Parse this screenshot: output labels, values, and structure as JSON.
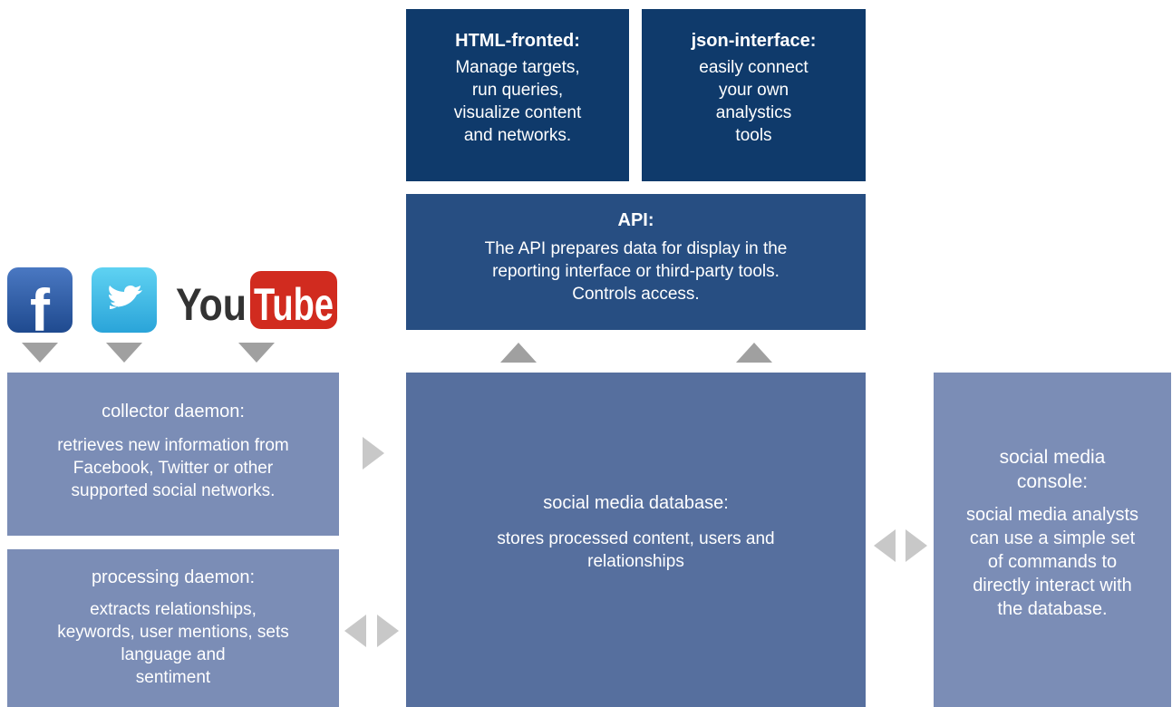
{
  "html_frontend": {
    "title": "HTML-fronted:",
    "desc": "Manage targets,\nrun queries,\nvisualize content\nand networks."
  },
  "json_interface": {
    "title": "json-interface:",
    "desc": "easily connect\nyour own\nanalystics\ntools"
  },
  "api": {
    "title": "API:",
    "desc": "The API prepares data for display in the\nreporting interface or third-party tools.\nControls access."
  },
  "collector": {
    "title": "collector daemon:",
    "desc": "retrieves new information from\nFacebook, Twitter or other\nsupported social networks."
  },
  "processing": {
    "title": "processing daemon:",
    "desc": "extracts relationships,\nkeywords, user mentions, sets\nlanguage and\nsentiment"
  },
  "database": {
    "title": "social media database:",
    "desc": "stores processed content, users and\nrelationships"
  },
  "console": {
    "title": "social media\nconsole:",
    "desc": "social media analysts\ncan use a simple set\nof commands to\ndirectly interact with\nthe database."
  },
  "logos": {
    "facebook_letter": "f",
    "youtube_you": "You",
    "youtube_tube": "Tube"
  },
  "icons": [
    "facebook-icon",
    "twitter-icon",
    "youtube-icon"
  ],
  "colors": {
    "dark_navy": "#0f3a6b",
    "api_blue": "#274e82",
    "database_blue": "#566f9e",
    "light_blue": "#7b8db6",
    "arrow_gray": "#a0a0a0"
  }
}
